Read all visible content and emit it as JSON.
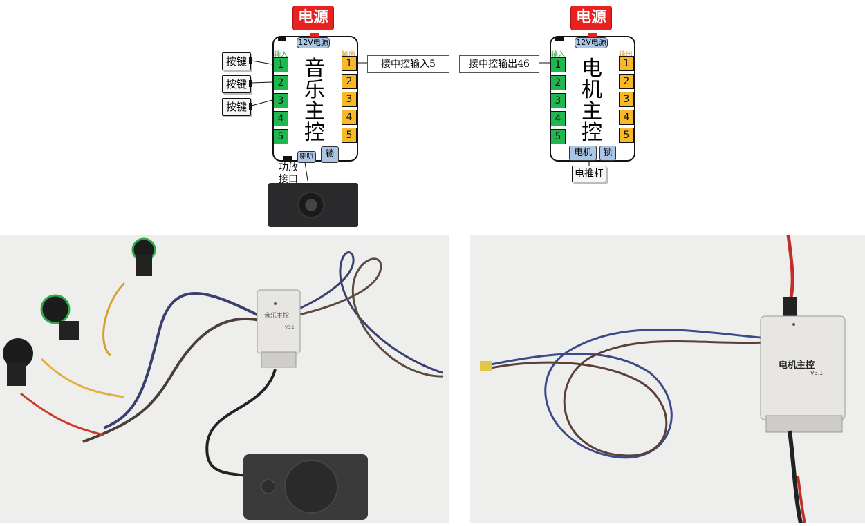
{
  "left_module": {
    "power_label": "电源",
    "power_slot": "12V电源",
    "in_label": "输入",
    "out_label": "输出",
    "inputs": [
      "1",
      "2",
      "3",
      "4",
      "5"
    ],
    "outputs": [
      "1",
      "2",
      "3",
      "4",
      "5"
    ],
    "title_chars": [
      "音",
      "乐",
      "主",
      "控"
    ],
    "speaker_slot": "喇叭",
    "lock_slot": "锁",
    "keys": [
      "按键",
      "按键",
      "按键"
    ],
    "amp_label_line1": "功放",
    "amp_label_line2": "接口",
    "note": "接中控输入5"
  },
  "right_module": {
    "power_label": "电源",
    "power_slot": "12V电源",
    "in_label": "输入",
    "out_label": "输出",
    "inputs": [
      "1",
      "2",
      "3",
      "4",
      "5"
    ],
    "outputs": [
      "1",
      "2",
      "3",
      "4",
      "5"
    ],
    "title_chars": [
      "电",
      "机",
      "主",
      "控"
    ],
    "motor_slot": "电机",
    "lock_slot": "锁",
    "actuator": "电推杆",
    "note": "接中控输出46"
  },
  "photos": {
    "left_box_label": "音乐主控",
    "left_box_version": "V3.1",
    "right_box_label": "电机主控",
    "right_box_version": "V3.1"
  }
}
